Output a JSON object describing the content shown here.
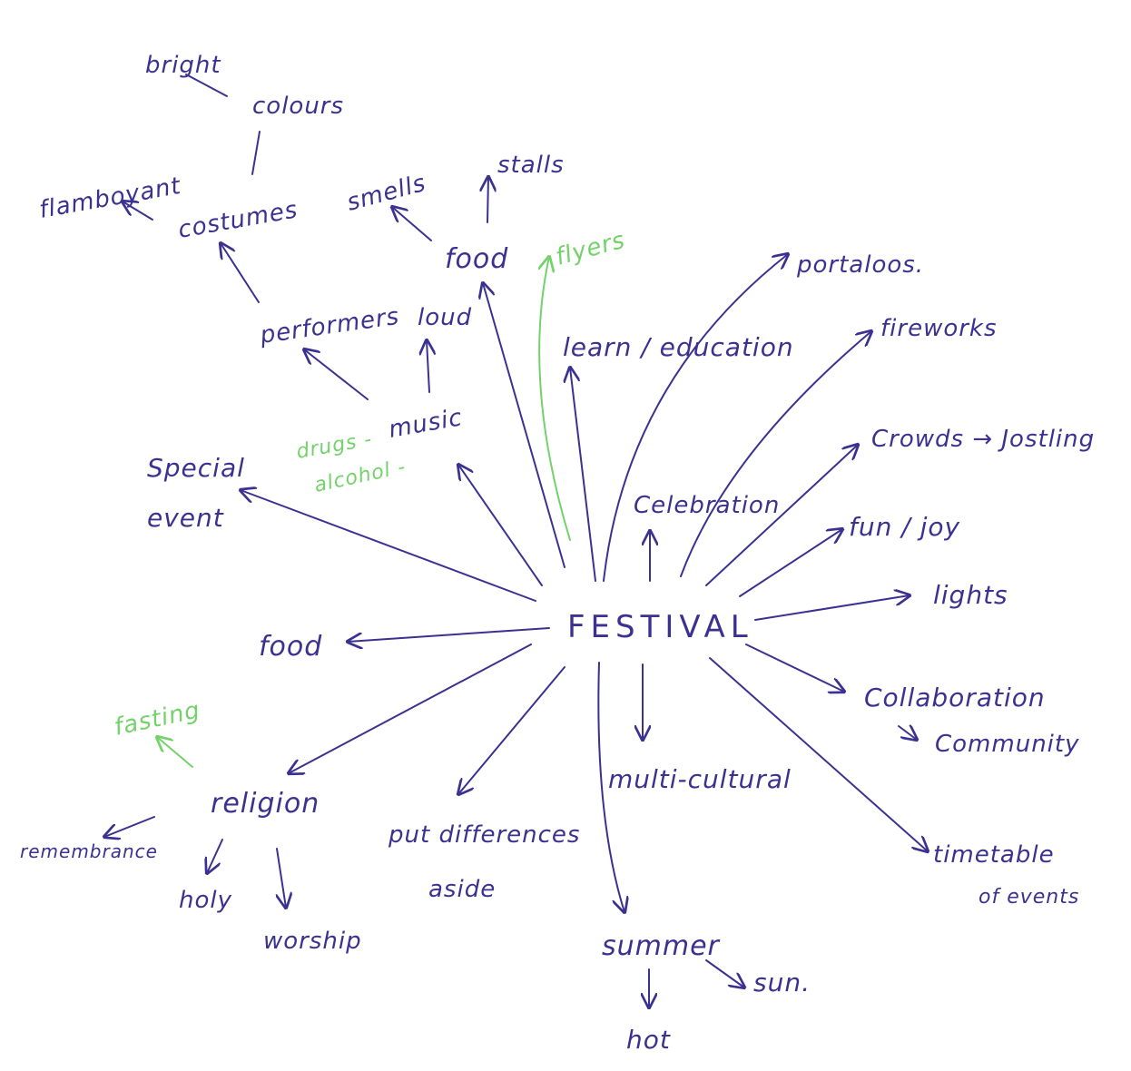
{
  "center": "FESTIVAL",
  "nodes": {
    "bright": "bright",
    "colours": "colours",
    "flamboyant": "flamboyant",
    "costumes": "costumes",
    "smells": "smells",
    "stalls": "stalls",
    "food_top": "food",
    "flyers": "flyers",
    "portaloos": "portaloos.",
    "performers": "performers",
    "loud": "loud",
    "learn": "learn / education",
    "fireworks": "fireworks",
    "drugs": "drugs -",
    "alcohol": "alcohol -",
    "music": "music",
    "crowds": "Crowds → Jostling",
    "special": "Special",
    "event": "event",
    "celebration": "Celebration",
    "fun": "fun / joy",
    "lights": "lights",
    "food_left": "food",
    "fasting": "fasting",
    "collaboration": "Collaboration",
    "community": "Community",
    "religion": "religion",
    "remembrance": "remembrance",
    "put_differences": "put differences",
    "aside": "aside",
    "multicultural": "multi-cultural",
    "timetable": "timetable",
    "of_events": "of events",
    "holy": "holy",
    "worship": "worship",
    "summer": "summer",
    "sun": "sun.",
    "hot": "hot"
  },
  "colors": {
    "ink": "#3b3190",
    "green": "#74d26a"
  }
}
